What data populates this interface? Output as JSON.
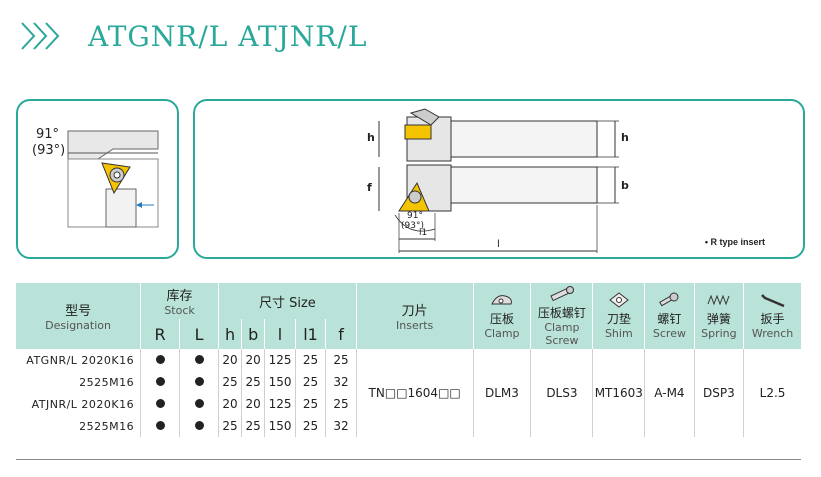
{
  "title": "ATGNR/L ATJNR/L",
  "colors": {
    "accent": "#2aa89a",
    "header_bg": "#b9e2d9",
    "insert": "#f5c400"
  },
  "diagram_left": {
    "angle": "91°",
    "angle_alt": "(93°)"
  },
  "diagram_main": {
    "dim_h_left": "h",
    "dim_h_right": "h",
    "dim_f": "f",
    "dim_b": "b",
    "angle": "91°",
    "angle_alt": "(93°)",
    "dim_l1": "l1",
    "dim_l": "l",
    "note": "• R type insert"
  },
  "table": {
    "designation": {
      "cn": "型号",
      "en": "Designation"
    },
    "stock": {
      "cn": "库存",
      "en": "Stock",
      "r": "R",
      "l": "L"
    },
    "size": {
      "label": "尺寸 Size",
      "cols": [
        "h",
        "b",
        "l",
        "l1",
        "f"
      ]
    },
    "inserts": {
      "cn": "刀片",
      "en": "Inserts"
    },
    "clamp": {
      "cn": "压板",
      "en": "Clamp"
    },
    "clamp_screw": {
      "cn": "压板螺钉",
      "en": "Clamp Screw"
    },
    "shim": {
      "cn": "刀垫",
      "en": "Shim"
    },
    "screw": {
      "cn": "螺钉",
      "en": "Screw"
    },
    "spring": {
      "cn": "弹簧",
      "en": "Spring"
    },
    "wrench": {
      "cn": "扳手",
      "en": "Wrench"
    },
    "rows": [
      {
        "series": "ATGNR/L",
        "size_code": "2020K16",
        "h": "20",
        "b": "20",
        "l": "125",
        "l1": "25",
        "f": "25"
      },
      {
        "series": "",
        "size_code": "2525M16",
        "h": "25",
        "b": "25",
        "l": "150",
        "l1": "25",
        "f": "32"
      },
      {
        "series": "ATJNR/L",
        "size_code": "2020K16",
        "h": "20",
        "b": "20",
        "l": "125",
        "l1": "25",
        "f": "25"
      },
      {
        "series": "",
        "size_code": "2525M16",
        "h": "25",
        "b": "25",
        "l": "150",
        "l1": "25",
        "f": "32"
      }
    ],
    "parts": {
      "insert": "TN□□1604□□",
      "clamp": "DLM3",
      "clamp_screw": "DLS3",
      "shim": "MT1603",
      "screw": "A-M4",
      "spring": "DSP3",
      "wrench": "L2.5"
    }
  }
}
